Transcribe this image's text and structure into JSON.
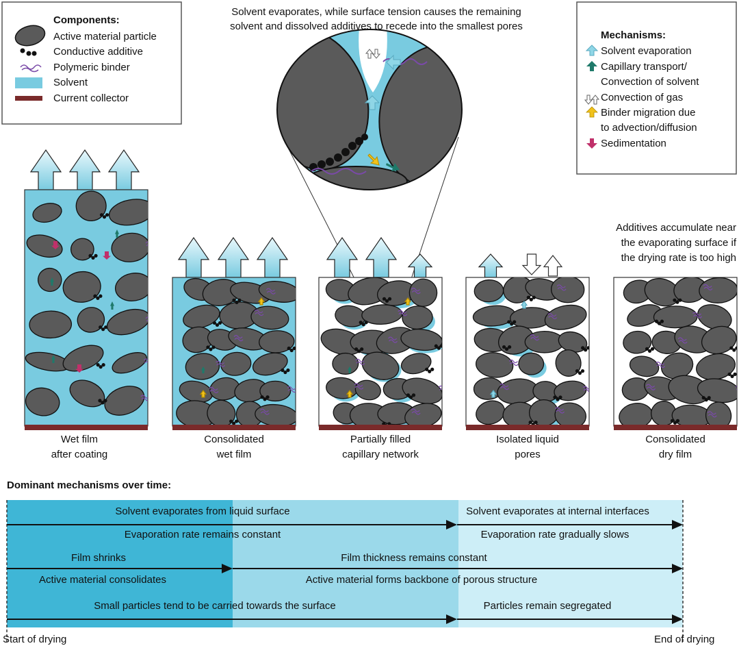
{
  "colors": {
    "solvent": "#79CBE0",
    "particle": "#5a5a5a",
    "additive": "#111111",
    "binder": "#7a4aa8",
    "collector": "#7a2a2a",
    "evaporation_arrow": "#8fd6e6",
    "capillary_arrow": "#1f7a6a",
    "gas_arrow": "#ffffff",
    "binder_arrow": "#f1c21b",
    "sedimentation_arrow": "#c0306a",
    "timeline_dark": "#3fb6d6",
    "timeline_mid": "#9bd9ea",
    "timeline_light": "#cdeef7"
  },
  "components": {
    "title": "Components:",
    "items": [
      {
        "label": "Active material particle",
        "icon": "particle-icon"
      },
      {
        "label": "Conductive additive",
        "icon": "additive-icon"
      },
      {
        "label": "Polymeric binder",
        "icon": "binder-icon"
      },
      {
        "label": "Solvent",
        "icon": "solvent-swatch"
      },
      {
        "label": "Current collector",
        "icon": "collector-swatch"
      }
    ]
  },
  "mechanisms": {
    "title": "Mechanisms:",
    "items": [
      {
        "label": "Solvent evaporation",
        "icon": "evaporation-arrow-icon"
      },
      {
        "label": "Capillary transport/",
        "icon": "capillary-arrow-icon"
      },
      {
        "label": "Convection of solvent",
        "icon": ""
      },
      {
        "label": "Convection of gas",
        "icon": "gas-arrow-icon"
      },
      {
        "label": "Binder migration due",
        "icon": "binder-arrow-icon"
      },
      {
        "label": "to advection/diffusion",
        "icon": ""
      },
      {
        "label": "Sedimentation",
        "icon": "sedimentation-arrow-icon"
      }
    ]
  },
  "zoom_caption": [
    "Solvent evaporates, while surface tension causes the remaining",
    "solvent and dissolved additives to recede into the smallest pores"
  ],
  "additives_note": [
    "Additives accumulate near",
    "the evaporating surface if",
    "the drying rate is too high"
  ],
  "stages": [
    {
      "label": [
        "Wet film",
        "after coating"
      ]
    },
    {
      "label": [
        "Consolidated",
        "wet film"
      ]
    },
    {
      "label": [
        "Partially filled",
        "capillary network"
      ]
    },
    {
      "label": [
        "Isolated liquid",
        "pores"
      ]
    },
    {
      "label": [
        "Consolidated",
        "dry film"
      ]
    }
  ],
  "timeline": {
    "title": "Dominant mechanisms over time:",
    "start": "Start of drying",
    "end": "End of drying",
    "rows": [
      {
        "above_left": "Solvent evaporates from liquid surface",
        "below_left": "Evaporation rate remains constant",
        "above_right": "Solvent evaporates at internal interfaces",
        "below_right": "Evaporation rate gradually slows"
      },
      {
        "above_left": "Film shrinks",
        "below_left": "Active material consolidates",
        "above_right": "Film thickness remains constant",
        "below_right": "Active material forms backbone of porous structure"
      },
      {
        "above_left": "Small particles tend to be carried towards the surface",
        "below_left": "",
        "above_right": "Particles remain segregated",
        "below_right": ""
      }
    ]
  }
}
